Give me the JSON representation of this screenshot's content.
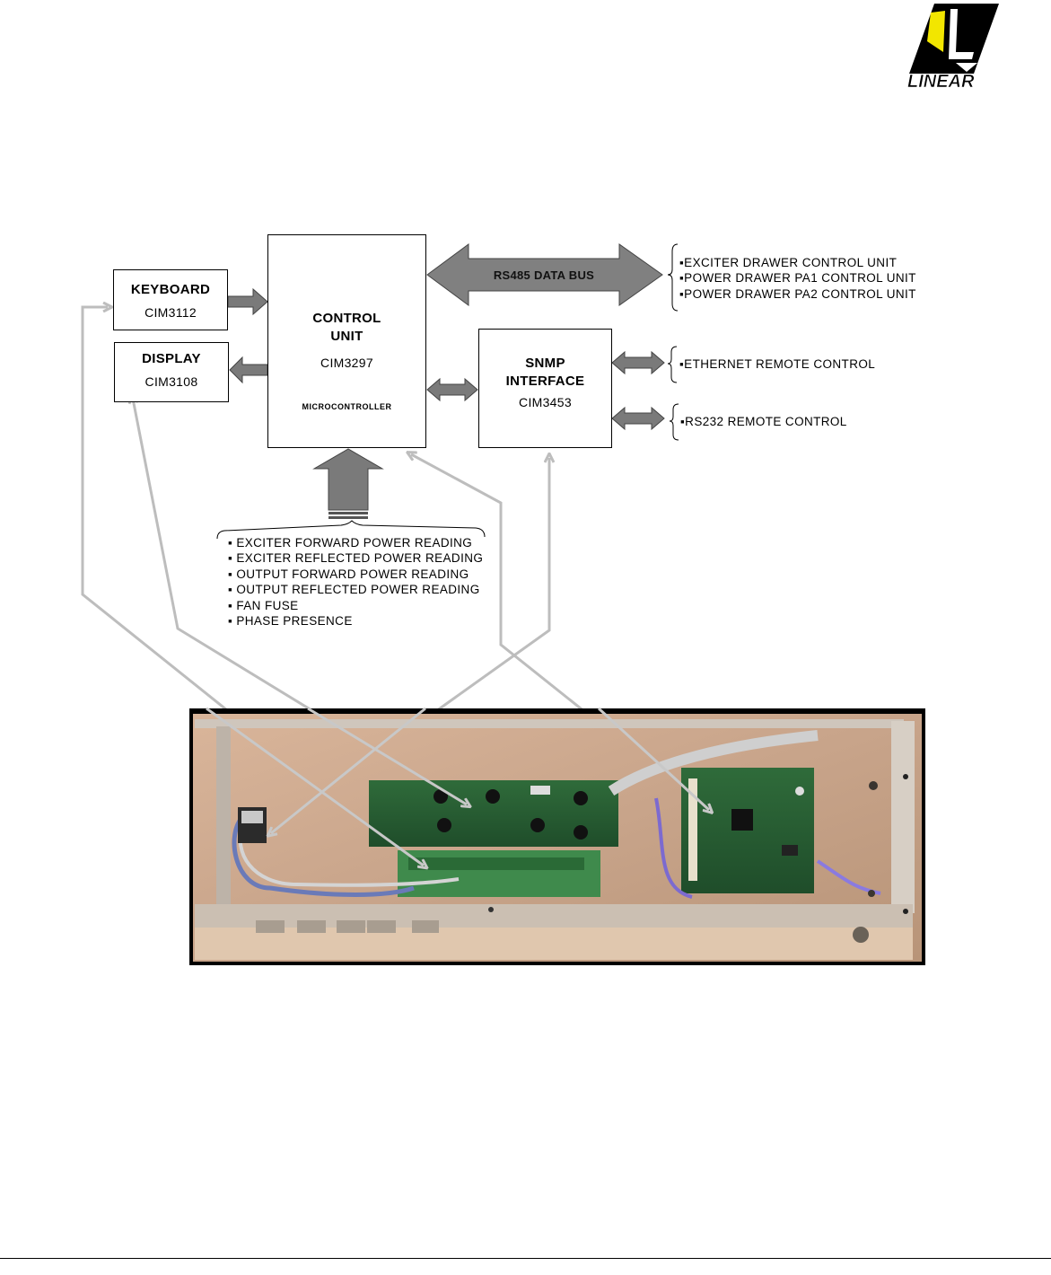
{
  "logo": {
    "text": "LINEAR"
  },
  "blocks": {
    "keyboard": {
      "title": "KEYBOARD",
      "code": "CIM3112"
    },
    "display": {
      "title": "DISPLAY",
      "code": "CIM3108"
    },
    "control": {
      "title_line1": "CONTROL",
      "title_line2": "UNIT",
      "code": "CIM3297",
      "sub": "MICROCONTROLLER"
    },
    "snmp": {
      "title_line1": "SNMP",
      "title_line2": "INTERFACE",
      "code": "CIM3453"
    }
  },
  "bus": {
    "label": "RS485 DATA BUS"
  },
  "rs485_targets": [
    "▪EXCITER DRAWER  CONTROL UNIT",
    "▪POWER DRAWER PA1 CONTROL UNIT",
    "▪POWER DRAWER PA2 CONTROL UNIT"
  ],
  "ethernet": "▪ETHERNET REMOTE CONTROL",
  "rs232": "▪RS232 REMOTE CONTROL",
  "inputs": [
    "▪ EXCITER FORWARD POWER READING",
    "▪ EXCITER REFLECTED POWER READING",
    "▪ OUTPUT FORWARD POWER READING",
    "▪ OUTPUT REFLECTED POWER READING",
    "▪ FAN FUSE",
    "▪ PHASE PRESENCE"
  ],
  "colors": {
    "arrow_dark": "#7a7a7a",
    "arrow_light": "#bdbdbd",
    "logo_yellow": "#f2e600"
  }
}
